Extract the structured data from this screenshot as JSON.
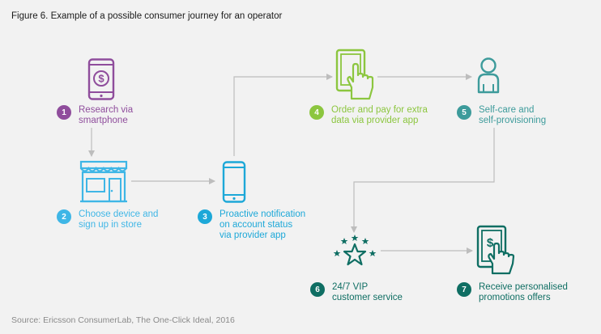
{
  "figure": {
    "title": "Figure 6. Example of a possible consumer journey for an operator",
    "source": "Source: Ericsson ConsumerLab, The One-Click Ideal, 2016"
  },
  "colors": {
    "purple": "#8f4d9c",
    "blue": "#3fb6e6",
    "lightblue": "#1da8d8",
    "green": "#8cc63f",
    "teal": "#3d9b9b",
    "darkteal": "#0f6e63",
    "arrow": "#bdbdbd"
  },
  "steps": [
    {
      "number": "1",
      "label": "Research via\nsmartphone",
      "icon": "smartphone-dollar-icon",
      "color": "#8f4d9c"
    },
    {
      "number": "2",
      "label": "Choose device and\nsign up in store",
      "icon": "store-icon",
      "color": "#3fb6e6"
    },
    {
      "number": "3",
      "label": "Proactive notification\non account status\nvia provider app",
      "icon": "smartphone-icon",
      "color": "#1da8d8"
    },
    {
      "number": "4",
      "label": "Order and pay for extra\ndata via provider app",
      "icon": "tablet-touch-icon",
      "color": "#8cc63f"
    },
    {
      "number": "5",
      "label": "Self-care and\nself-provisioning",
      "icon": "person-icon",
      "color": "#3d9b9b"
    },
    {
      "number": "6",
      "label": "24/7 VIP\ncustomer service",
      "icon": "star-service-icon",
      "color": "#0f6e63"
    },
    {
      "number": "7",
      "label": "Receive personalised\npromotions offers",
      "icon": "tablet-dollar-touch-icon",
      "color": "#0f6e63"
    }
  ]
}
